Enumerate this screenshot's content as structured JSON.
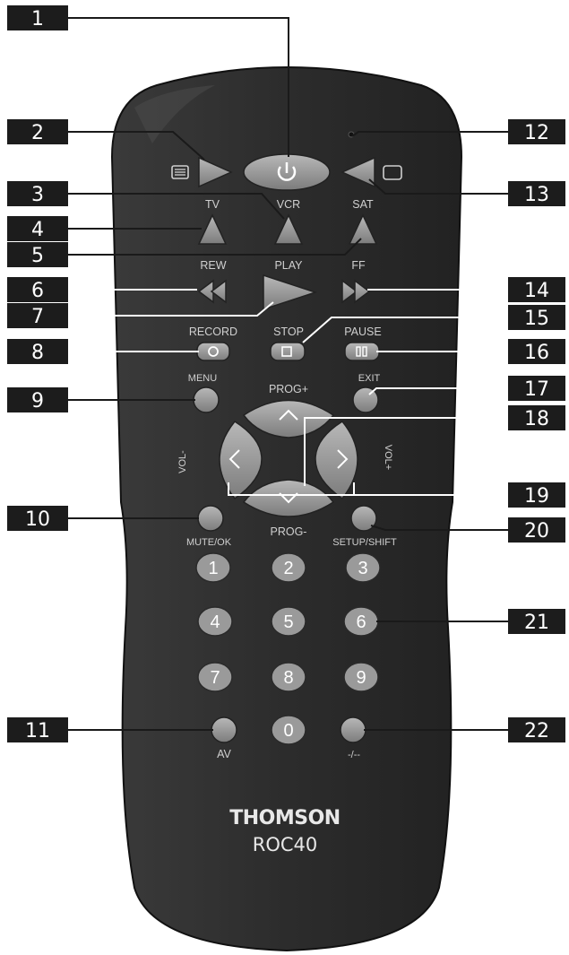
{
  "brand": "THOMSON",
  "model": "ROC40",
  "buttons": {
    "tv": "TV",
    "vcr": "VCR",
    "sat": "SAT",
    "rew": "REW",
    "play": "PLAY",
    "ff": "FF",
    "record": "RECORD",
    "stop": "STOP",
    "pause": "PAUSE",
    "menu": "MENU",
    "exit": "EXIT",
    "prog_plus": "PROG+",
    "prog_minus": "PROG-",
    "vol_minus": "VOL-",
    "vol_plus": "VOL+",
    "mute_ok": "MUTE/OK",
    "setup_shift": "SETUP/SHIFT",
    "av": "AV",
    "dash": "-/--",
    "digits": [
      "1",
      "2",
      "3",
      "4",
      "5",
      "6",
      "7",
      "8",
      "9",
      "0"
    ]
  },
  "callouts": [
    "1",
    "2",
    "3",
    "4",
    "5",
    "6",
    "7",
    "8",
    "9",
    "10",
    "11",
    "12",
    "13",
    "14",
    "15",
    "16",
    "17",
    "18",
    "19",
    "20",
    "21",
    "22"
  ],
  "colors": {
    "body": "#2b2b2b",
    "button": "#9a9a9a",
    "callout_box": "#1c1c1c"
  }
}
